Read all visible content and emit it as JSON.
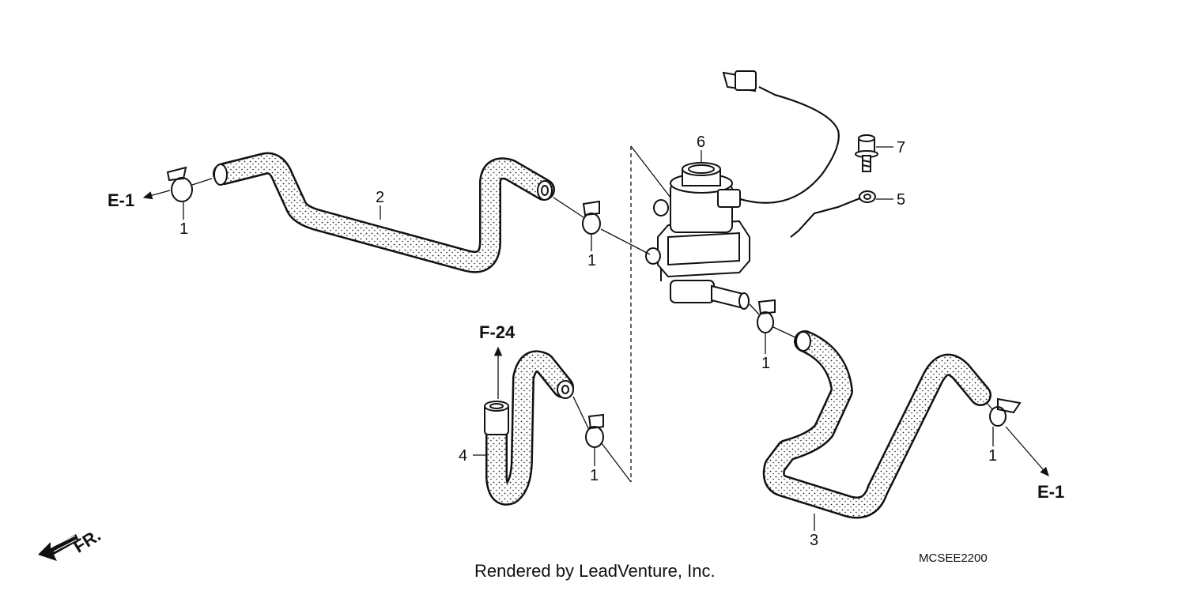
{
  "callouts": {
    "c1a": "1",
    "c1b": "1",
    "c1c": "1",
    "c1d": "1",
    "c1e": "1",
    "c2": "2",
    "c3": "3",
    "c4": "4",
    "c5": "5",
    "c6": "6",
    "c7": "7"
  },
  "refs": {
    "e1_left": "E-1",
    "e1_right": "E-1",
    "f24": "F-24",
    "front": "FR."
  },
  "diagram_code": "MCSEE2200",
  "credit": "Rendered by LeadVenture, Inc."
}
